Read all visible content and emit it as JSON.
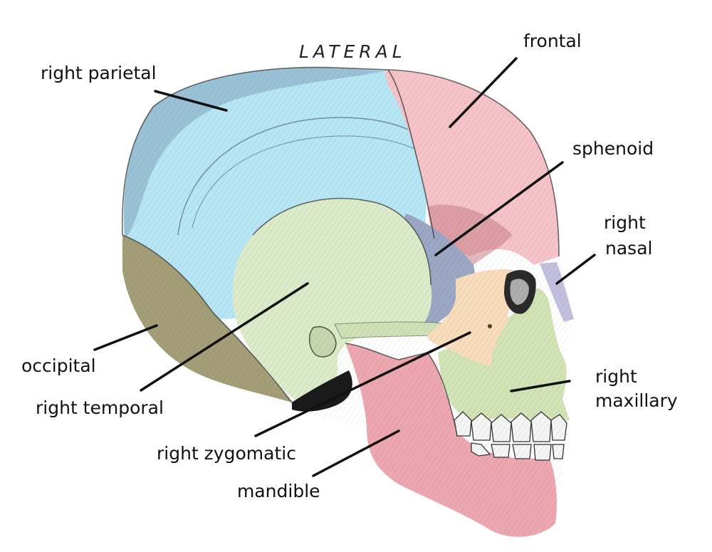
{
  "view_title": "LATERAL",
  "labels": {
    "right_parietal": "right parietal",
    "frontal": "frontal",
    "sphenoid": "sphenoid",
    "right_nasal": [
      "right",
      "nasal"
    ],
    "occipital": "occipital",
    "right_temporal": "right temporal",
    "right_zygomatic": "right zygomatic",
    "mandible": "mandible",
    "right_maxillary": [
      "right",
      "maxillary"
    ]
  },
  "colors": {
    "parietal": "#b7e6f4",
    "parietal_shade": "#7896b4",
    "frontal": "#f6c3c9",
    "frontal_shade": "#c98088",
    "sphenoid": "#9ba7c3",
    "nasal": "#c3c0de",
    "occipital": "#a49e78",
    "temporal": "#dcebc9",
    "zygomatic": "#f8dcbc",
    "mandible": "#eda7b1",
    "maxillary": "#d2e3b6",
    "teeth": "#f5f5f5",
    "leader_line": "#111111"
  }
}
